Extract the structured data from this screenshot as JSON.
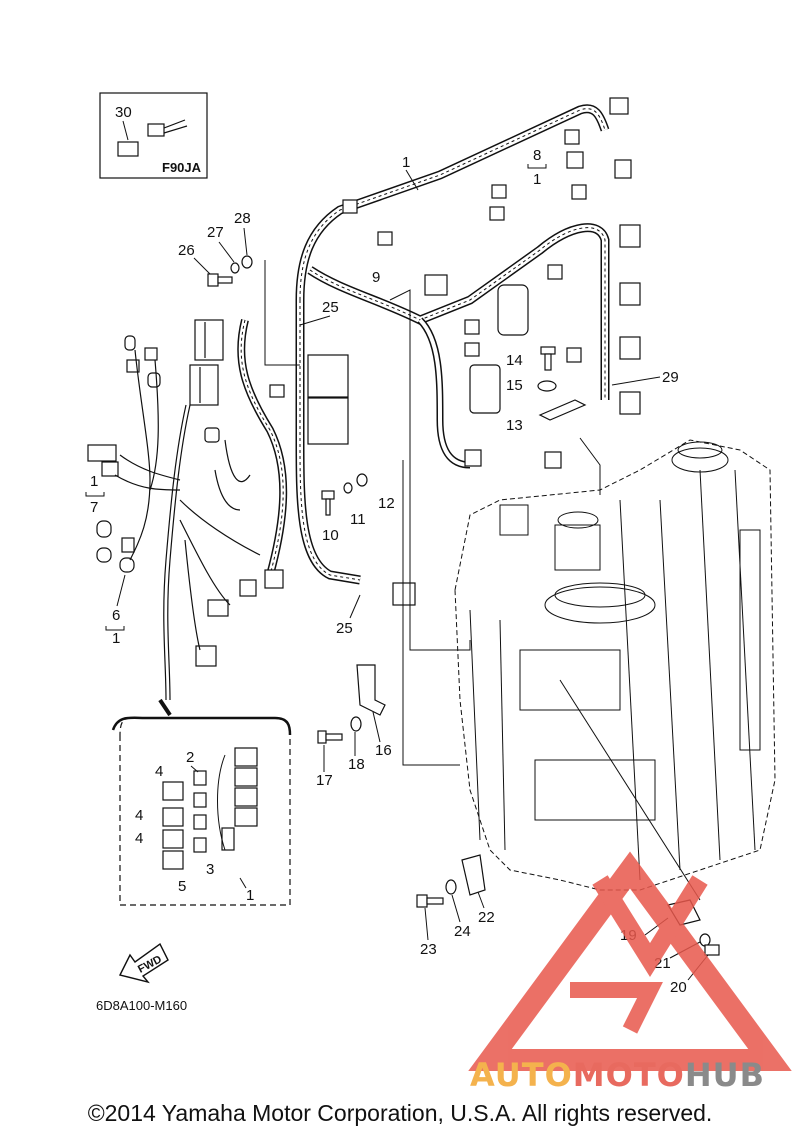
{
  "inset_top": {
    "part": "30",
    "model": "F90JA"
  },
  "callouts": {
    "c1a": "1",
    "c1b": "1",
    "c1c": "1",
    "c1d": "1",
    "c1e": "1",
    "c2": "2",
    "c3": "3",
    "c4a": "4",
    "c4b": "4",
    "c4c": "4",
    "c5": "5",
    "c6": "6",
    "c7": "7",
    "c8": "8",
    "c9": "9",
    "c10": "10",
    "c11": "11",
    "c12": "12",
    "c13": "13",
    "c14": "14",
    "c15": "15",
    "c16": "16",
    "c17": "17",
    "c18": "18",
    "c19": "19",
    "c20": "20",
    "c21": "21",
    "c22": "22",
    "c23": "23",
    "c24": "24",
    "c25a": "25",
    "c25b": "25",
    "c26": "26",
    "c27": "27",
    "c28": "28",
    "c29": "29"
  },
  "fwd_label": "FWD",
  "diagram_code": "6D8A100-M160",
  "watermark": {
    "part1": "AUTO",
    "part2": "MOTO",
    "part3": "HUB"
  },
  "copyright": "©2014 Yamaha Motor Corporation, U.S.A. All rights reserved.",
  "colors": {
    "line": "#111111",
    "watermark_red": "#e8584c",
    "watermark_orange": "#f4b24d",
    "watermark_gray": "#8a8a8a"
  }
}
